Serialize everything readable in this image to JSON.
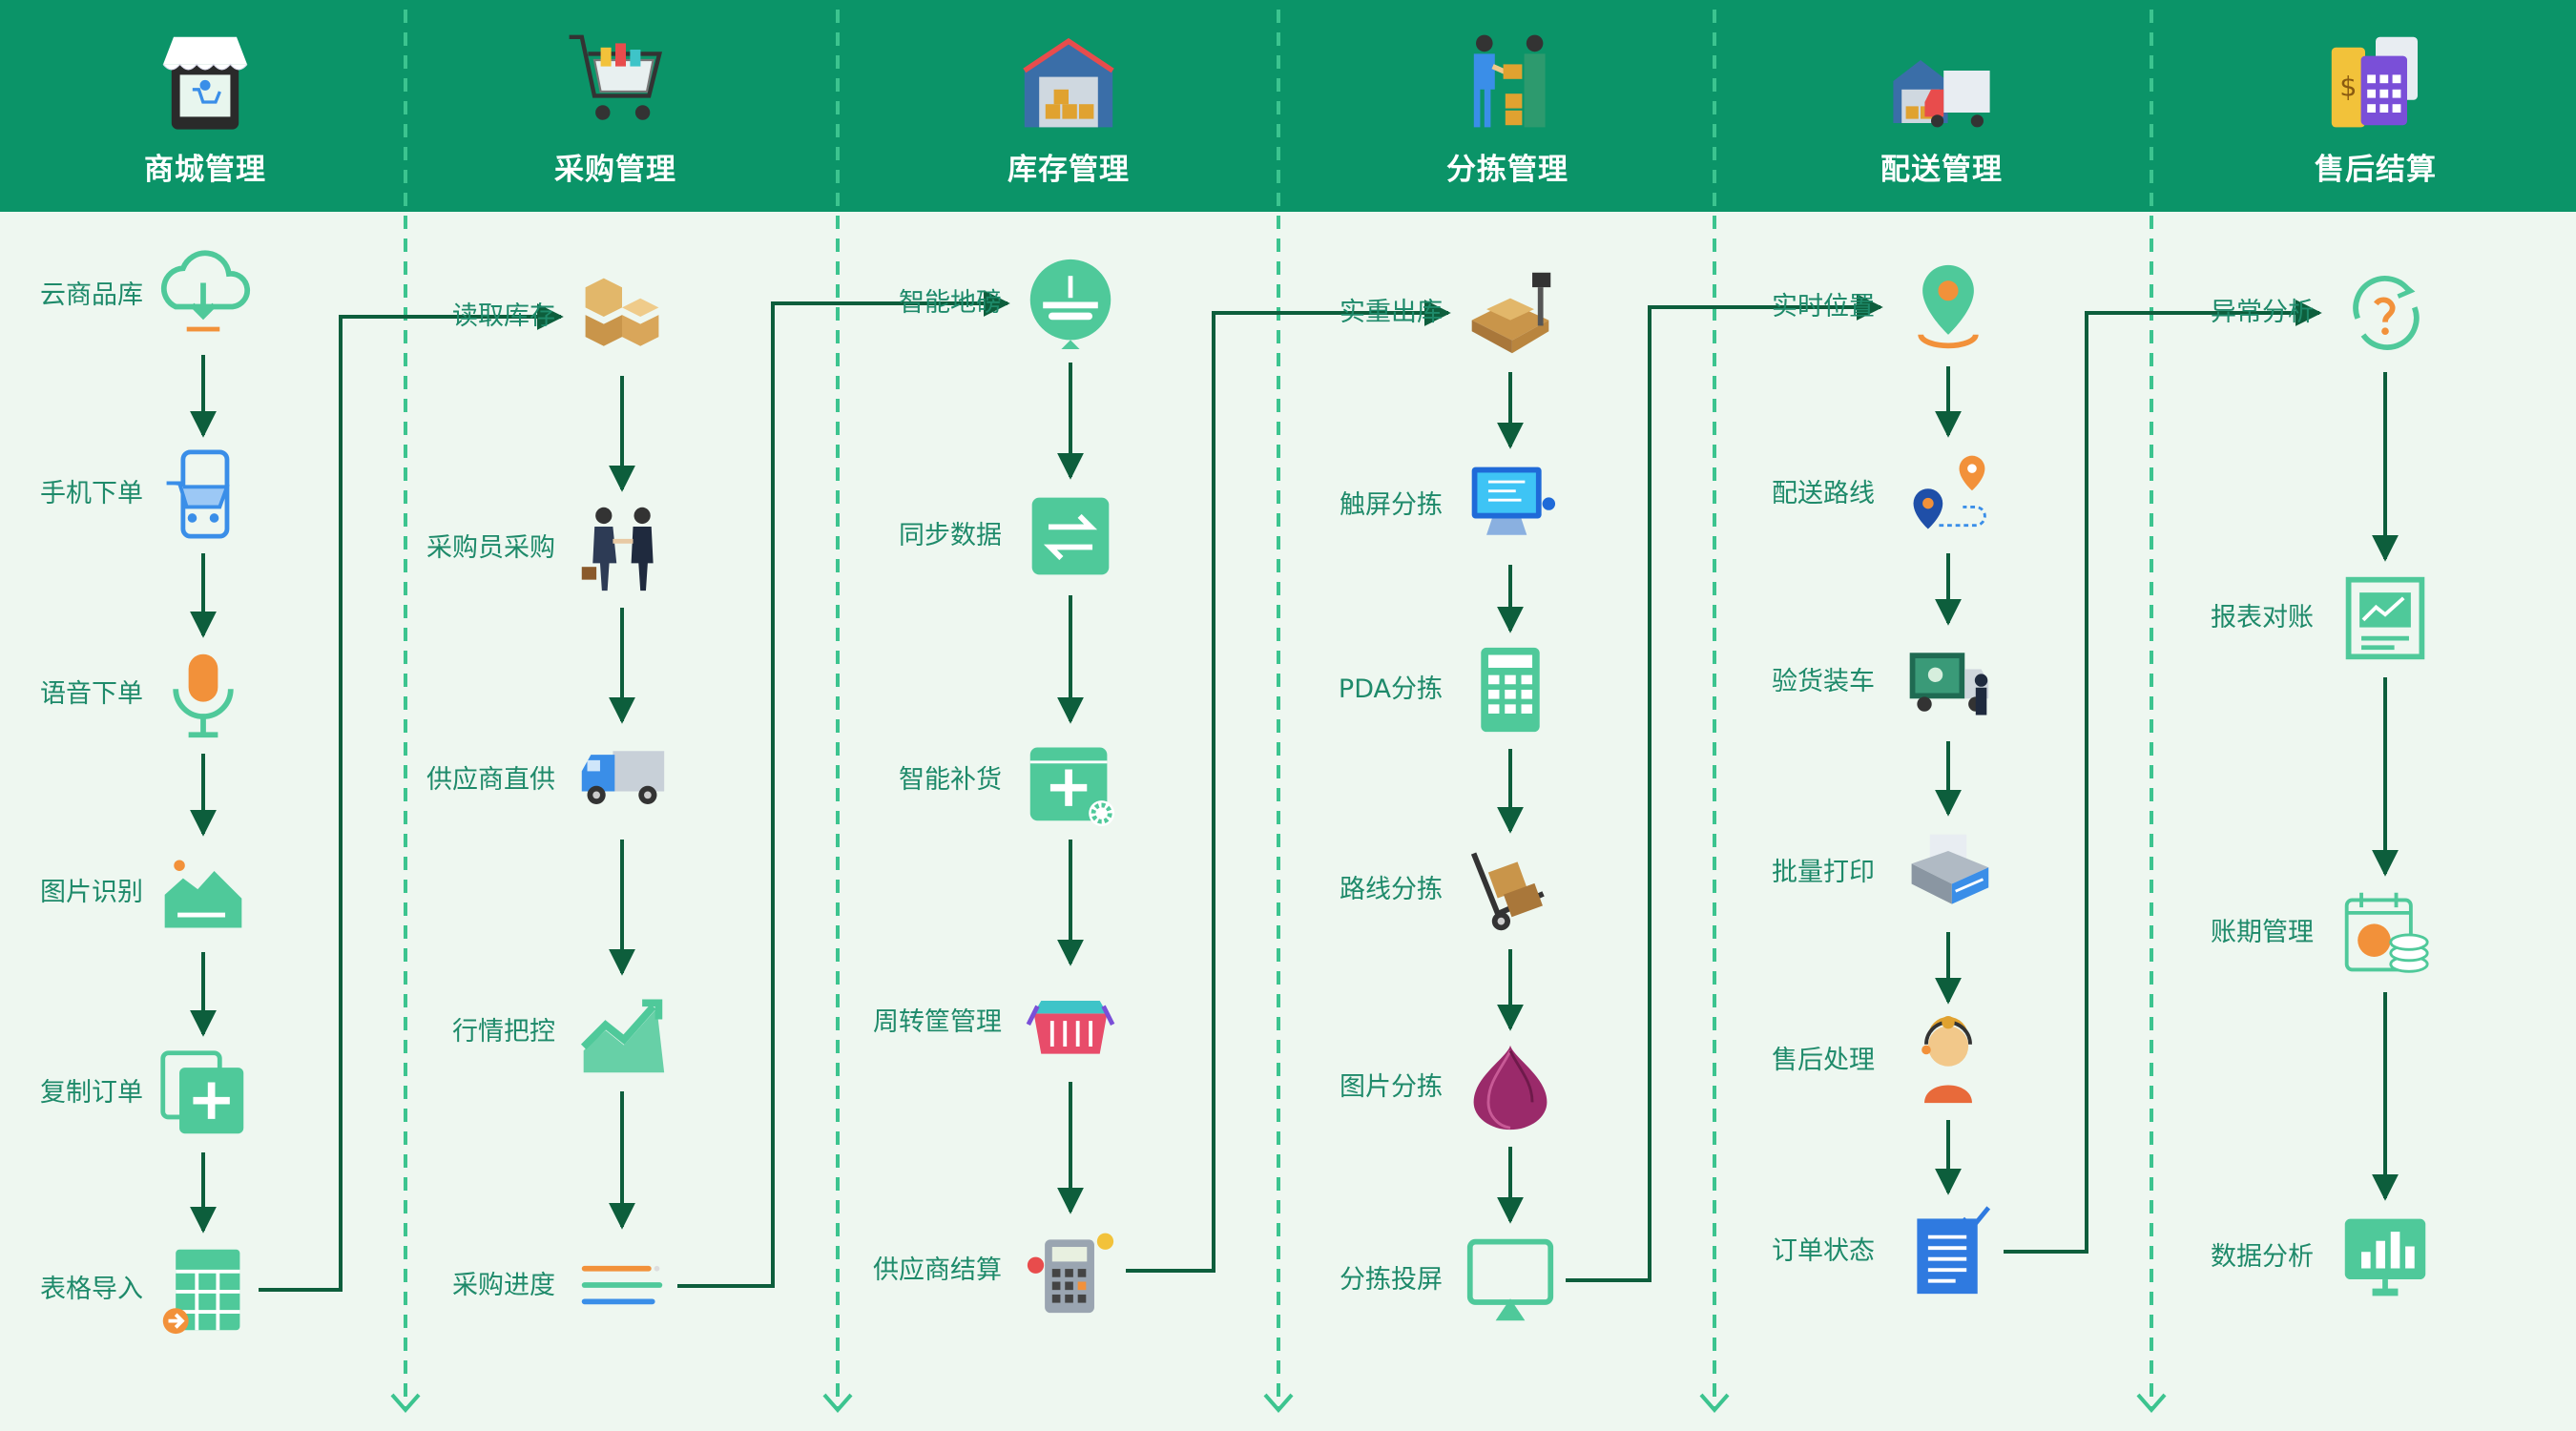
{
  "columns": [
    {
      "title": "商城管理",
      "header_icon": "storefront-icon",
      "steps": [
        {
          "label": "云商品库",
          "icon": "cloud-download-icon"
        },
        {
          "label": "手机下单",
          "icon": "mobile-cart-icon"
        },
        {
          "label": "语音下单",
          "icon": "microphone-icon"
        },
        {
          "label": "图片识别",
          "icon": "image-icon"
        },
        {
          "label": "复制订单",
          "icon": "copy-plus-icon"
        },
        {
          "label": "表格导入",
          "icon": "spreadsheet-import-icon"
        }
      ]
    },
    {
      "title": "采购管理",
      "header_icon": "shopping-cart-icon",
      "steps": [
        {
          "label": "读取库存",
          "icon": "boxes-icon"
        },
        {
          "label": "采购员采购",
          "icon": "buyers-handshake-icon"
        },
        {
          "label": "供应商直供",
          "icon": "delivery-truck-icon"
        },
        {
          "label": "行情把控",
          "icon": "trend-chart-icon"
        },
        {
          "label": "采购进度",
          "icon": "progress-bars-icon"
        }
      ]
    },
    {
      "title": "库存管理",
      "header_icon": "warehouse-icon",
      "steps": [
        {
          "label": "智能地磅",
          "icon": "weighbridge-icon"
        },
        {
          "label": "同步数据",
          "icon": "sync-arrows-icon"
        },
        {
          "label": "智能补货",
          "icon": "restock-gear-icon"
        },
        {
          "label": "周转筐管理",
          "icon": "basket-icon"
        },
        {
          "label": "供应商结算",
          "icon": "calculator-icon"
        }
      ]
    },
    {
      "title": "分拣管理",
      "header_icon": "workers-sorting-icon",
      "steps": [
        {
          "label": "实重出库",
          "icon": "scale-icon"
        },
        {
          "label": "触屏分拣",
          "icon": "touchscreen-icon"
        },
        {
          "label": "PDA分拣",
          "icon": "pda-keypad-icon"
        },
        {
          "label": "路线分拣",
          "icon": "hand-truck-icon"
        },
        {
          "label": "图片分拣",
          "icon": "onion-icon"
        },
        {
          "label": "分拣投屏",
          "icon": "screen-cast-icon"
        }
      ]
    },
    {
      "title": "配送管理",
      "header_icon": "delivery-warehouse-truck-icon",
      "steps": [
        {
          "label": "实时位置",
          "icon": "location-pin-icon"
        },
        {
          "label": "配送路线",
          "icon": "route-pins-icon"
        },
        {
          "label": "验货装车",
          "icon": "loading-truck-icon"
        },
        {
          "label": "批量打印",
          "icon": "printer-icon"
        },
        {
          "label": "售后处理",
          "icon": "support-agent-icon"
        },
        {
          "label": "订单状态",
          "icon": "checklist-icon"
        }
      ]
    },
    {
      "title": "售后结算",
      "header_icon": "settlement-calculator-icon",
      "steps": [
        {
          "label": "异常分析",
          "icon": "question-cycle-icon"
        },
        {
          "label": "报表对账",
          "icon": "report-chart-icon"
        },
        {
          "label": "账期管理",
          "icon": "calendar-coins-icon"
        },
        {
          "label": "数据分析",
          "icon": "analytics-monitor-icon"
        }
      ]
    }
  ],
  "colors": {
    "header": "#0b9468",
    "background": "#eef7f0",
    "connector": "#0d5e3c",
    "divider": "#3cc48f",
    "label": "#1e8a6a",
    "icon_green": "#4fc99a",
    "icon_orange": "#f2913a"
  }
}
